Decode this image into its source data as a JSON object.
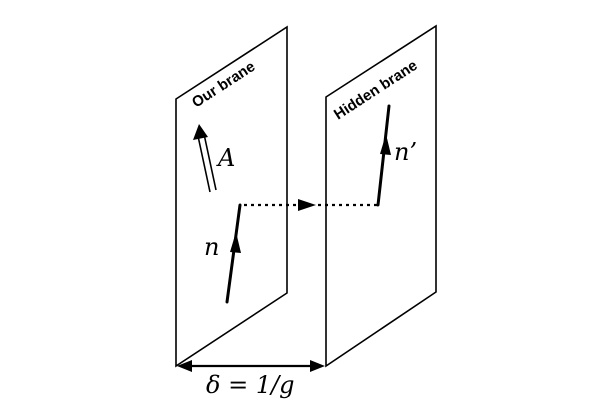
{
  "diagram": {
    "labels": {
      "our_brane": "Our brane",
      "hidden_brane": "Hidden brane",
      "vector_potential": "A",
      "neutron": "n",
      "hidden_neutron": "n’",
      "separation": "δ = 1/g"
    }
  }
}
